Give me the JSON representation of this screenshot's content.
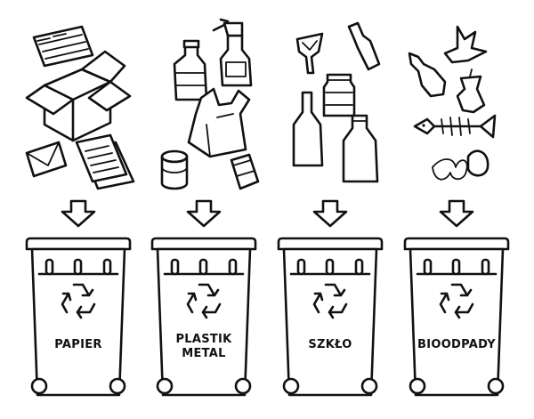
{
  "colors": {
    "ink": "#111111",
    "background": "#ffffff"
  },
  "bins": [
    {
      "id": "papier",
      "lines": [
        "PAPIER"
      ],
      "items": [
        "newspaper-icon",
        "cardboard-box-icon",
        "envelope-icon",
        "paper-sheets-icon"
      ]
    },
    {
      "id": "plastik-metal",
      "lines": [
        "PLASTIK",
        "METAL"
      ],
      "items": [
        "spray-bottle-icon",
        "plastic-bottle-icon",
        "plastic-bag-icon",
        "tin-can-icon",
        "soda-can-icon"
      ]
    },
    {
      "id": "szklo",
      "lines": [
        "SZKŁO"
      ],
      "items": [
        "broken-glass-icon",
        "glass-bottle-icon",
        "glass-jar-icon",
        "wine-bottle-icon",
        "milk-bottle-icon"
      ]
    },
    {
      "id": "bioodpady",
      "lines": [
        "BIOODPADY"
      ],
      "items": [
        "banana-peel-icon",
        "chicken-leg-icon",
        "apple-core-icon",
        "fish-bone-icon",
        "potato-peel-icon"
      ]
    }
  ],
  "icons": {
    "recycle": "recycle-icon",
    "arrow": "arrow-down-icon"
  }
}
